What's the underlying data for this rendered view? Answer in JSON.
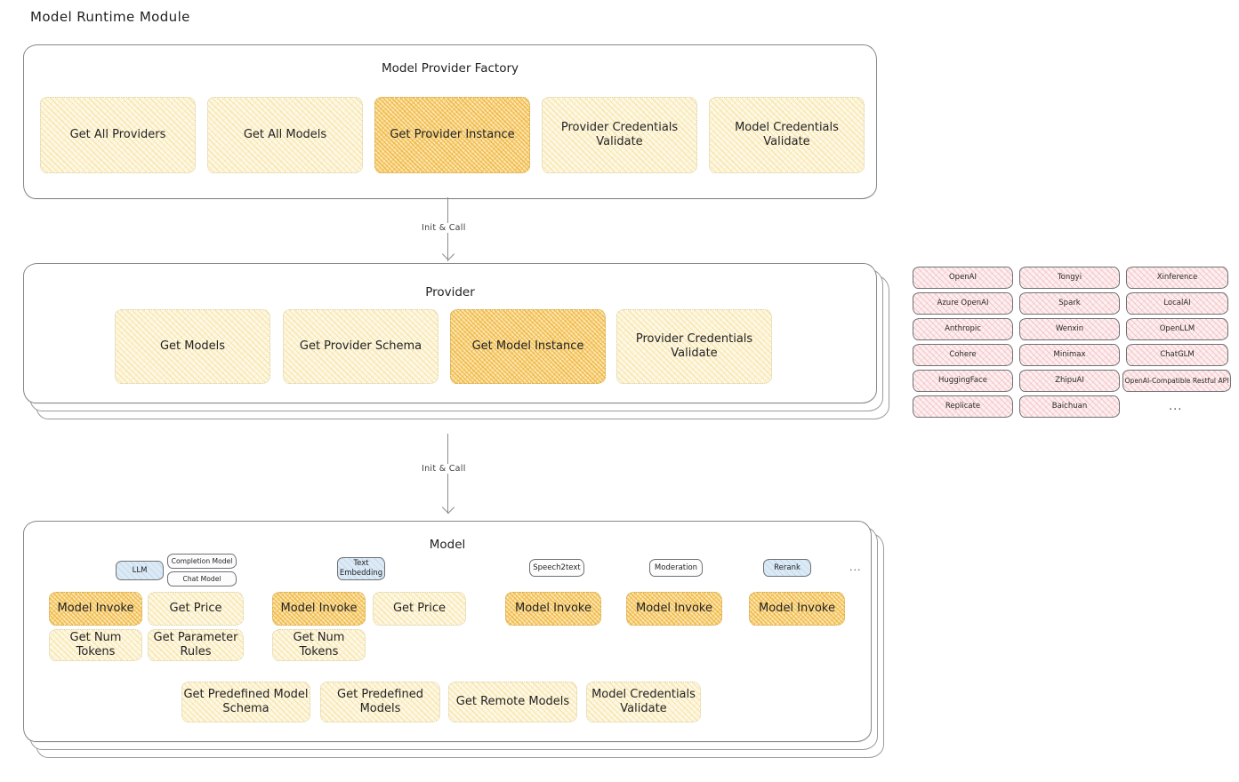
{
  "page": {
    "title": "Model Runtime Module"
  },
  "factory": {
    "title": "Model Provider Factory",
    "nodes": [
      {
        "label": "Get All Providers",
        "highlighted": false
      },
      {
        "label": "Get All Models",
        "highlighted": false
      },
      {
        "label": "Get Provider Instance",
        "highlighted": true
      },
      {
        "label": "Provider Credentials Validate",
        "highlighted": false
      },
      {
        "label": "Model Credentials Validate",
        "highlighted": false
      }
    ]
  },
  "arrows": [
    {
      "label": "Init & Call"
    },
    {
      "label": "Init & Call"
    }
  ],
  "provider": {
    "title": "Provider",
    "nodes": [
      {
        "label": "Get Models",
        "highlighted": false
      },
      {
        "label": "Get Provider Schema",
        "highlighted": false
      },
      {
        "label": "Get Model Instance",
        "highlighted": true
      },
      {
        "label": "Provider Credentials Validate",
        "highlighted": false
      }
    ]
  },
  "provider_list": {
    "columns": [
      [
        "OpenAI",
        "Azure OpenAI",
        "Anthropic",
        "Cohere",
        "HuggingFace",
        "Replicate"
      ],
      [
        "Tongyi",
        "Spark",
        "Wenxin",
        "Minimax",
        "ZhipuAI",
        "Baichuan"
      ],
      [
        "Xinference",
        "LocalAI",
        "OpenLLM",
        "ChatGLM",
        "OpenAI-Compatible Restful API"
      ]
    ],
    "more": "..."
  },
  "model": {
    "title": "Model",
    "more": "...",
    "types": [
      {
        "name": "LLM",
        "style": "blue",
        "sub": [
          "Completion Model",
          "Chat Model"
        ],
        "methods": [
          "Model Invoke",
          "Get Price",
          "Get Num Tokens",
          "Get Parameter Rules"
        ],
        "highlighted_method": "Model Invoke"
      },
      {
        "name": "Text Embedding",
        "style": "blue",
        "sub": [],
        "methods": [
          "Model Invoke",
          "Get Price",
          "Get Num Tokens"
        ],
        "highlighted_method": "Model Invoke"
      },
      {
        "name": "Speech2text",
        "style": "white",
        "sub": [],
        "methods": [
          "Model Invoke"
        ],
        "highlighted_method": "Model Invoke"
      },
      {
        "name": "Moderation",
        "style": "white",
        "sub": [],
        "methods": [
          "Model Invoke"
        ],
        "highlighted_method": "Model Invoke"
      },
      {
        "name": "Rerank",
        "style": "blue",
        "sub": [],
        "methods": [
          "Model Invoke"
        ],
        "highlighted_method": "Model Invoke"
      }
    ],
    "common_methods": [
      "Get Predefined Model Schema",
      "Get Predefined Models",
      "Get Remote Models",
      "Model Credentials Validate"
    ]
  },
  "colors": {
    "hatch_yellow_light": "#fdf8e6",
    "hatch_yellow_dense": "#fbe6b4",
    "hatch_pink": "#fdeff0",
    "chip_blue": "#dceaf6",
    "panel_border": "#8f9094",
    "text": "#232323"
  }
}
